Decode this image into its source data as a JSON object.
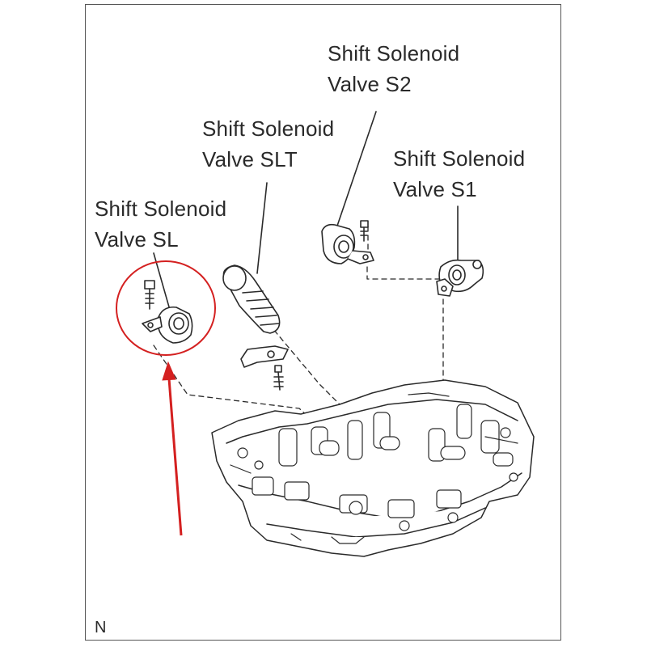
{
  "labels": {
    "s2": {
      "line1": "Shift Solenoid",
      "line2": "Valve S2"
    },
    "slt": {
      "line1": "Shift Solenoid",
      "line2": "Valve SLT"
    },
    "s1": {
      "line1": "Shift Solenoid",
      "line2": "Valve S1"
    },
    "sl": {
      "line1": "Shift Solenoid",
      "line2": "Valve SL"
    }
  },
  "corner_mark": "N",
  "colors": {
    "line": "#2a2a2a",
    "highlight": "#d42020",
    "frame": "#555555"
  },
  "icons": {
    "highlight_circle": "red-circle",
    "highlight_arrow": "red-arrow-up"
  }
}
